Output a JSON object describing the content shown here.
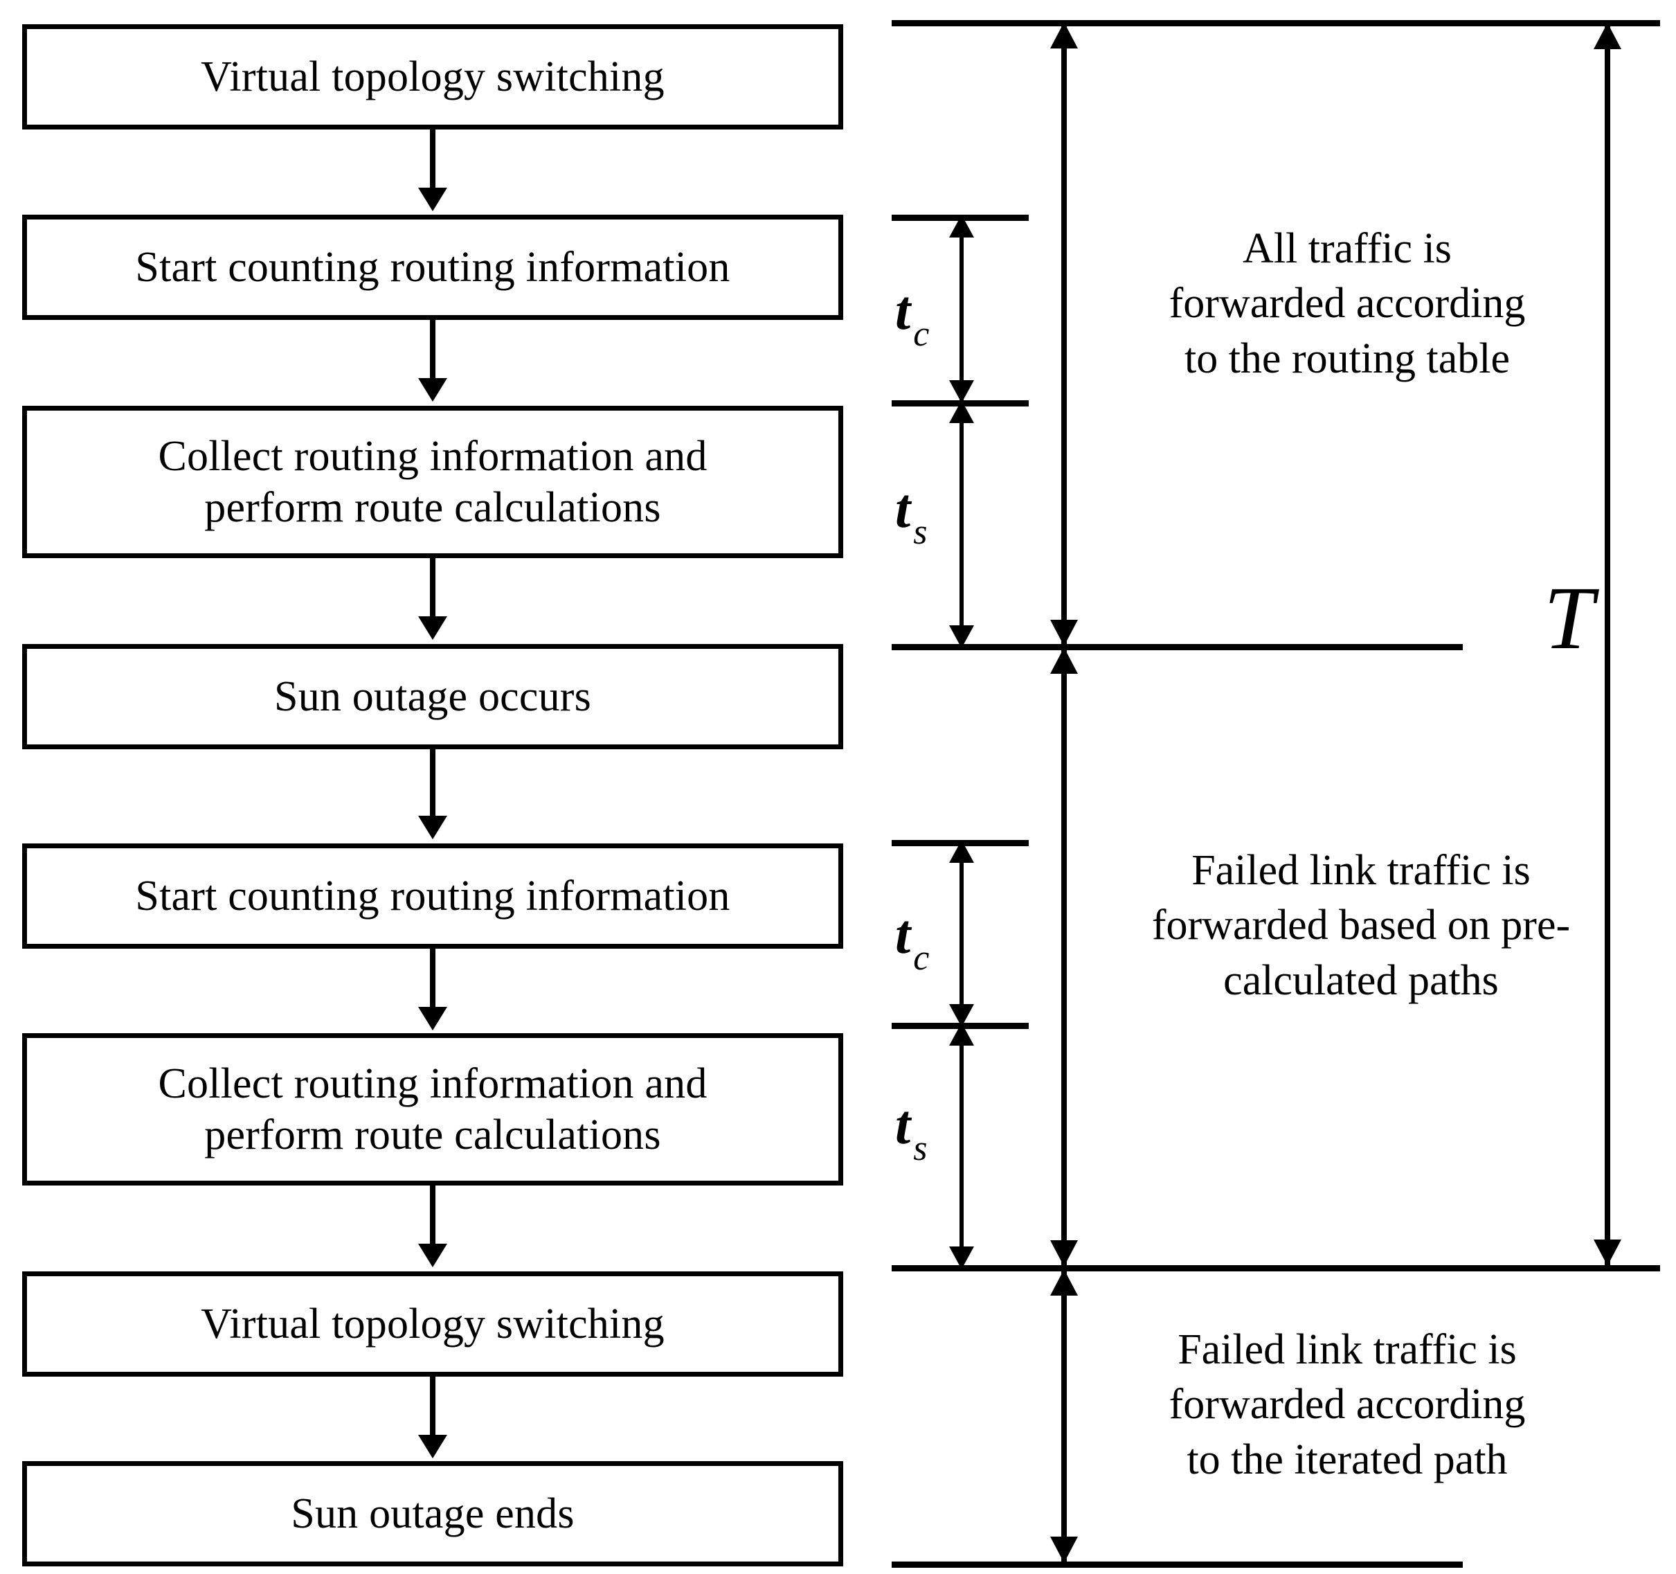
{
  "diagram": {
    "title": "Sun outage routing timeline flowchart",
    "accent_color": "#000000",
    "background_color": "#ffffff"
  },
  "flowchart": {
    "boxes": [
      {
        "id": "box-1",
        "label": "Virtual topology switching"
      },
      {
        "id": "box-2",
        "label": "Start counting routing information"
      },
      {
        "id": "box-3",
        "label": "Collect routing information and\nperform route calculations"
      },
      {
        "id": "box-4",
        "label": "Sun outage occurs"
      },
      {
        "id": "box-5",
        "label": "Start counting routing information"
      },
      {
        "id": "box-6",
        "label": "Collect routing information and\nperform route calculations"
      },
      {
        "id": "box-7",
        "label": "Virtual topology switching"
      },
      {
        "id": "box-8",
        "label": "Sun outage ends"
      }
    ]
  },
  "timing": {
    "measures": [
      {
        "id": "tc-1",
        "base": "t",
        "sub": "c"
      },
      {
        "id": "ts-1",
        "base": "t",
        "sub": "s"
      },
      {
        "id": "tc-2",
        "base": "t",
        "sub": "c"
      },
      {
        "id": "ts-2",
        "base": "t",
        "sub": "s"
      }
    ],
    "total_period": "T",
    "phases": [
      {
        "id": "phase-1",
        "text": "All traffic is\nforwarded according\nto the routing table"
      },
      {
        "id": "phase-2",
        "text": "Failed link traffic is\nforwarded based on pre-\ncalculated paths"
      },
      {
        "id": "phase-3",
        "text": "Failed link traffic is\nforwarded according\nto the iterated path"
      }
    ]
  }
}
